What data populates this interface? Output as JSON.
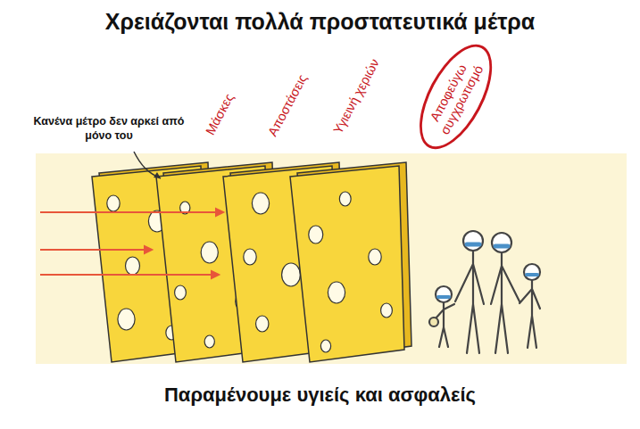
{
  "diagram": {
    "title": "Χρειάζονται πολλά προστατευτικά μέτρα",
    "caption": "Παραμένουμε υγιείς και ασφαλείς",
    "nodes": [
      {
        "text": [
          "Αποφεύγω συγχρωτισμό"
        ]
      }
    ],
    "labels": [
      "Κανένα μέτρο δεν αρκεί από μόνο του",
      "Μάσκες",
      "Αποστάσεις",
      "Υγιεινή χεριών"
    ]
  }
}
